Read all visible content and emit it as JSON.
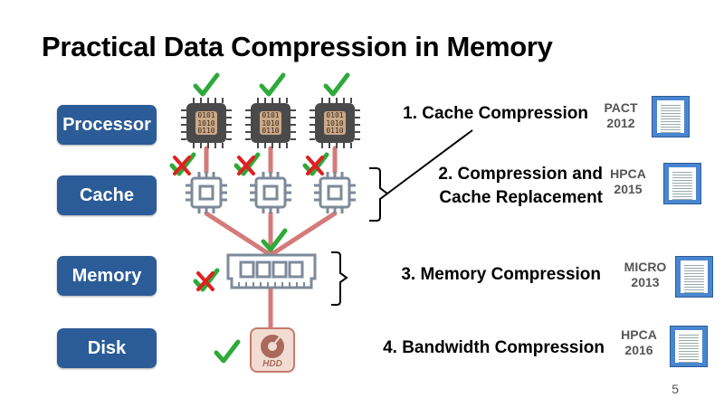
{
  "title": "Practical Data Compression in Memory",
  "levels": [
    "Processor",
    "Cache",
    "Memory",
    "Disk"
  ],
  "cpu_bits": [
    "0101",
    "1010",
    "0110"
  ],
  "disk_label": "HDD",
  "steps": [
    {
      "text": "1. Cache Compression",
      "venue": "PACT",
      "year": "2012"
    },
    {
      "text": "2. Compression and Cache Replacement",
      "line1": "2. Compression and",
      "line2": "Cache Replacement",
      "venue": "HPCA",
      "year": "2015"
    },
    {
      "text": "3. Memory Compression",
      "venue": "MICRO",
      "year": "2013"
    },
    {
      "text": "4. Bandwidth Compression",
      "venue": "HPCA",
      "year": "2016"
    }
  ],
  "page_number": "5",
  "colors": {
    "button": "#2b5c98",
    "connector": "#d47a7a",
    "check": "#2eaa3a",
    "cross": "#e02020",
    "chip": "#4a4a4a",
    "cache": "#7d8a99"
  }
}
